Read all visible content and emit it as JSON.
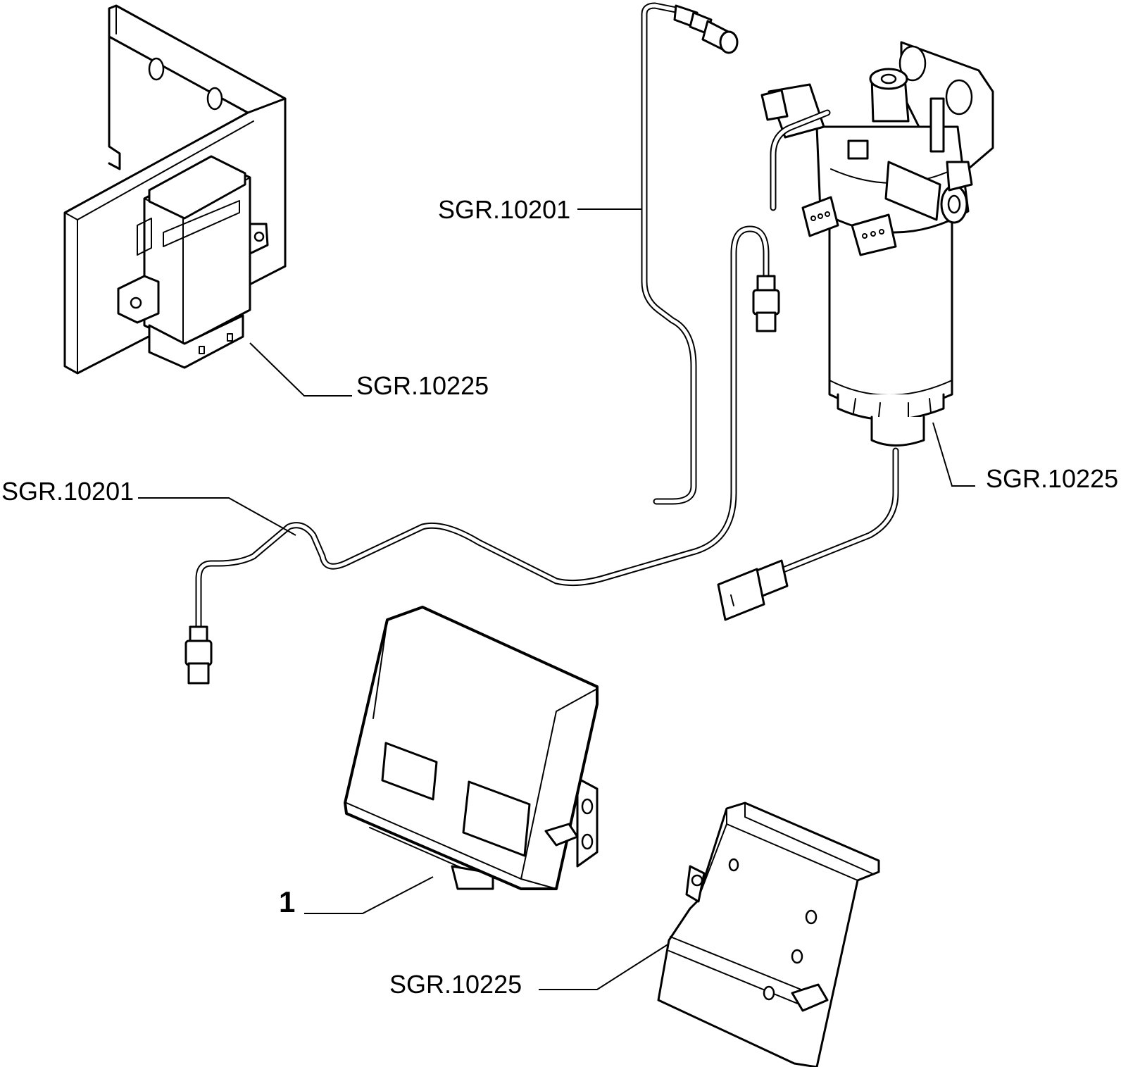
{
  "callouts": {
    "top_cable": "SGR.10201",
    "bracket_relay": "SGR.10225",
    "filter": "SGR.10225",
    "left_cable": "SGR.10201",
    "item_1": "1",
    "bottom_bracket": "SGR.10225"
  }
}
